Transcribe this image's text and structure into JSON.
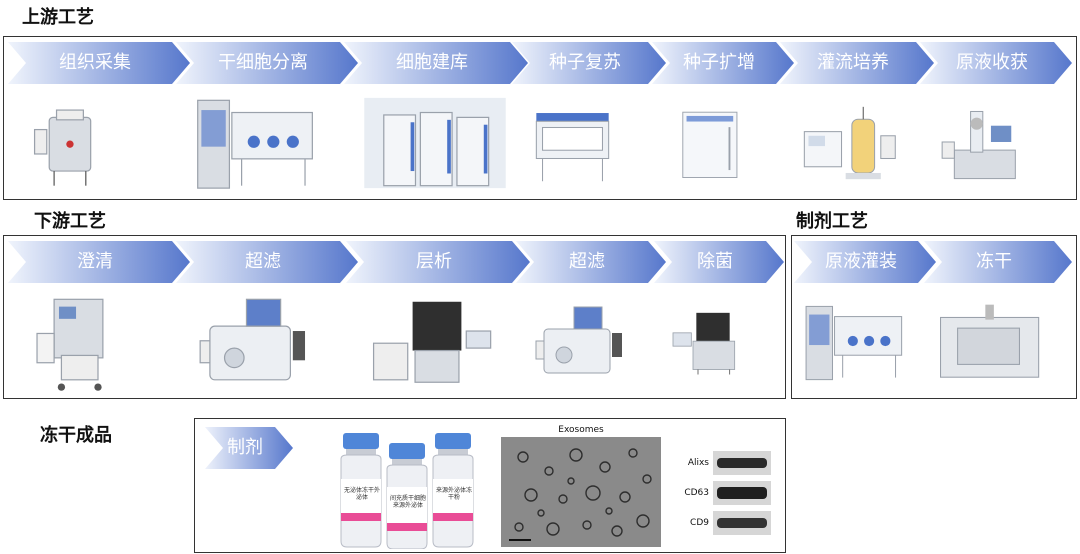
{
  "sections": {
    "upstream": "上游工艺",
    "downstream": "下游工艺",
    "formulation": "制剂工艺",
    "lyophilized": "冻干成品"
  },
  "upstream_steps": [
    "组织采集",
    "干细胞分离",
    "细胞建库",
    "种子复苏",
    "种子扩增",
    "灌流培养",
    "原液收获"
  ],
  "downstream_steps": [
    "澄清",
    "超滤",
    "层析",
    "超滤",
    "除菌"
  ],
  "formulation_steps": [
    "原液灌装",
    "冻干"
  ],
  "product_step": "制剂",
  "vial_labels": [
    "无泌体冻干外泌体",
    "间充质干细胞来源外泌体",
    "来源外泌体冻干粉"
  ],
  "tem_title": "Exosomes",
  "western_blot": [
    "Alixs",
    "CD63",
    "CD9"
  ],
  "colors": {
    "arrow_light": "#f0f4fc",
    "arrow_dark": "#5677cc",
    "vial_cap": "#4f86d8",
    "vial_label_band": "#e94c96"
  }
}
